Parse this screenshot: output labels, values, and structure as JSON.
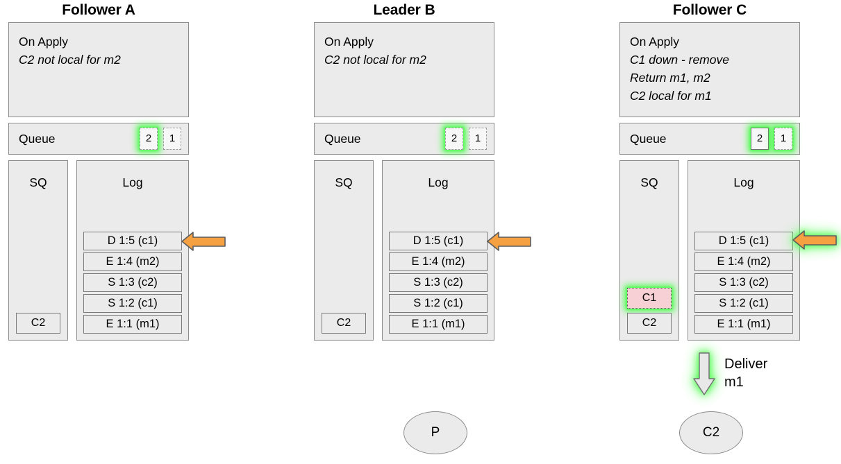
{
  "columns": [
    {
      "title": "Follower A",
      "apply": {
        "header": "On Apply",
        "lines": [
          "C2 not local for m2"
        ]
      },
      "queue": {
        "label": "Queue",
        "boxes": [
          {
            "value": "2",
            "style": "dashed",
            "highlight": true
          },
          {
            "value": "1",
            "style": "dashed",
            "highlight": false
          }
        ]
      },
      "sq": {
        "header": "SQ",
        "entries": [
          {
            "value": "C2",
            "state": "committed"
          }
        ]
      },
      "log": {
        "header": "Log",
        "entries": [
          "D 1:5 (c1)",
          "E 1:4 (m2)",
          "S 1:3 (c2)",
          "S 1:2 (c1)",
          "E 1:1 (m1)"
        ]
      },
      "arrow": {
        "direction": "left",
        "color": "#f5a142",
        "highlight": false
      }
    },
    {
      "title": "Leader B",
      "apply": {
        "header": "On Apply",
        "lines": [
          "C2 not local for m2"
        ]
      },
      "queue": {
        "label": "Queue",
        "boxes": [
          {
            "value": "2",
            "style": "dashed",
            "highlight": true
          },
          {
            "value": "1",
            "style": "dashed",
            "highlight": false
          }
        ]
      },
      "sq": {
        "header": "SQ",
        "entries": [
          {
            "value": "C2",
            "state": "committed"
          }
        ]
      },
      "log": {
        "header": "Log",
        "entries": [
          "D 1:5 (c1)",
          "E 1:4 (m2)",
          "S 1:3 (c2)",
          "S 1:2 (c1)",
          "E 1:1 (m1)"
        ]
      },
      "arrow": {
        "direction": "left",
        "color": "#f5a142",
        "highlight": false
      }
    },
    {
      "title": "Follower C",
      "apply": {
        "header": "On Apply",
        "lines": [
          "C1 down - remove",
          "Return m1, m2",
          "C2 local for m1"
        ]
      },
      "queue": {
        "label": "Queue",
        "boxes": [
          {
            "value": "2",
            "style": "solid",
            "highlight": true
          },
          {
            "value": "1",
            "style": "dashed",
            "highlight": true
          }
        ]
      },
      "sq": {
        "header": "SQ",
        "entries": [
          {
            "value": "C1",
            "state": "pending"
          },
          {
            "value": "C2",
            "state": "committed"
          }
        ]
      },
      "log": {
        "header": "Log",
        "entries": [
          "D 1:5 (c1)",
          "E 1:4 (m2)",
          "S 1:3 (c2)",
          "S 1:2 (c1)",
          "E 1:1 (m1)"
        ]
      },
      "arrow": {
        "direction": "left",
        "color": "#f5a142",
        "highlight": true
      }
    }
  ],
  "deliver": {
    "label": "Deliver\nm1",
    "arrow_direction": "down",
    "arrow_color": "#e8e8e8",
    "highlight": true
  },
  "nodes": [
    {
      "label": "P"
    },
    {
      "label": "C2"
    }
  ],
  "colors": {
    "panel_fill": "#ebebeb",
    "panel_border": "#8c8c8c",
    "entry_border": "#7a7a7a",
    "arrow_orange": "#f5a142",
    "glow_green": "#4dfc4d",
    "pending_pink": "#f6d0d4"
  }
}
